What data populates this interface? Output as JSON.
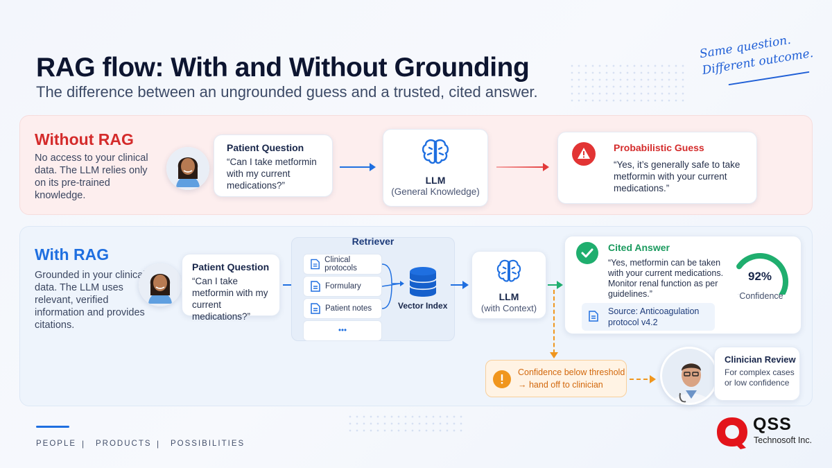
{
  "header": {
    "title": "RAG flow: With and Without Grounding",
    "subtitle": "The difference between an ungrounded guess and a trusted, cited answer.",
    "hand_note_line1": "Same question.",
    "hand_note_line2": "Different outcome."
  },
  "without_rag": {
    "title": "Without RAG",
    "description": "No access to your clinical data. The LLM relies only on its pre-trained knowledge.",
    "question_title": "Patient Question",
    "question_text": "“Can I take metformin with my current medications?”",
    "llm_label": "LLM",
    "llm_sub": "(General Knowledge)",
    "result_title": "Probabilistic Guess",
    "result_text": "“Yes, it’s generally safe to take metformin with your current medications.”"
  },
  "with_rag": {
    "title": "With RAG",
    "description": "Grounded in your clinical data. The LLM uses relevant, verified information and provides citations.",
    "question_title": "Patient Question",
    "question_text": "“Can I take metformin with my current medications?”",
    "retriever_title": "Retriever",
    "retriever_items": [
      "Clinical protocols",
      "Formulary",
      "Patient notes"
    ],
    "retriever_more": "•••",
    "vector_label": "Vector Index",
    "llm_label": "LLM",
    "llm_sub": "(with Context)",
    "answer_title": "Cited Answer",
    "answer_text": "“Yes, metformin can be taken with your current medications. Monitor renal function as per guidelines.”",
    "source_text": "Source: Anticoagulation protocol v4.2",
    "confidence_value": "92%",
    "confidence_fraction": 0.92,
    "confidence_label": "Confidence",
    "threshold_text_line1": "Confidence below threshold",
    "threshold_text_line2": "→ hand off to clinician",
    "clinician_title": "Clinician Review",
    "clinician_text": "For complex cases or low confidence"
  },
  "footer": {
    "tags": [
      "PEOPLE",
      "PRODUCTS",
      "POSSIBILITIES"
    ],
    "separator": "|",
    "logo_name": "QSS",
    "logo_sub": "Technosoft Inc."
  },
  "colors": {
    "brand_blue": "#1f6fe0",
    "danger_red": "#d42b2b",
    "success_green": "#1fae6e",
    "warning_orange": "#f0961e",
    "logo_red": "#e3141b"
  }
}
